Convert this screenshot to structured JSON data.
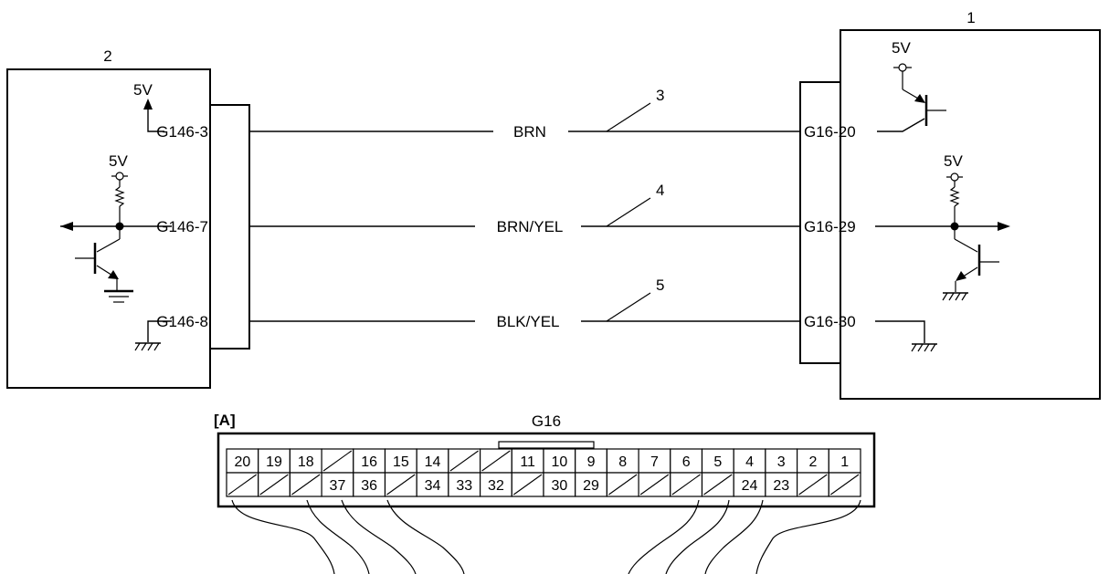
{
  "modules": {
    "left": {
      "number": "2"
    },
    "right": {
      "number": "1"
    }
  },
  "supply_label": "5V",
  "left_pins": [
    {
      "label": "G146-3"
    },
    {
      "label": "G146-7"
    },
    {
      "label": "G146-8"
    }
  ],
  "right_pins": [
    {
      "label": "G16-20"
    },
    {
      "label": "G16-29"
    },
    {
      "label": "G16-30"
    }
  ],
  "wires": [
    {
      "color": "BRN",
      "callout": "3"
    },
    {
      "color": "BRN/YEL",
      "callout": "4"
    },
    {
      "color": "BLK/YEL",
      "callout": "5"
    }
  ],
  "connector": {
    "view_tag": "[A]",
    "name": "G16",
    "top_row": [
      "20",
      "19",
      "18",
      "",
      "16",
      "15",
      "14",
      "",
      "",
      "11",
      "10",
      "9",
      "8",
      "7",
      "6",
      "5",
      "4",
      "3",
      "2",
      "1"
    ],
    "bottom_row": [
      "",
      "",
      "",
      "37",
      "36",
      "",
      "34",
      "33",
      "32",
      "",
      "30",
      "29",
      "",
      "",
      "",
      "",
      "24",
      "23",
      "",
      ""
    ]
  }
}
